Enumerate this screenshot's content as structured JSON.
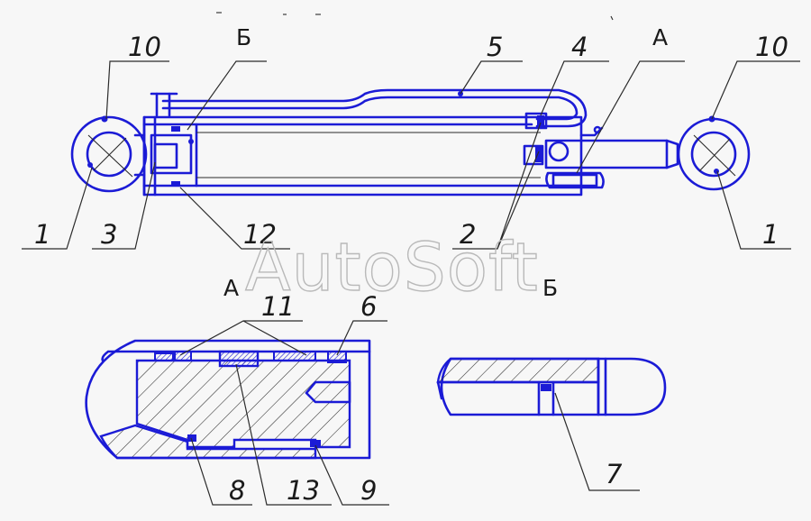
{
  "callouts": {
    "c10_left": "10",
    "c10_right": "10",
    "c5": "5",
    "c4": "4",
    "c1_left": "1",
    "c1_right": "1",
    "c3": "3",
    "c12": "12",
    "c2": "2",
    "c11": "11",
    "c6": "6",
    "c8": "8",
    "c13": "13",
    "c9": "9",
    "c7": "7"
  },
  "view_labels": {
    "top_a": "А",
    "top_b": "Б",
    "detail_a": "А",
    "detail_b": "Б"
  },
  "watermark": "AutoSoft",
  "colors": {
    "outline": "#1b1bd6",
    "hatch": "#2b2b2b",
    "background": "#f7f7f7"
  }
}
